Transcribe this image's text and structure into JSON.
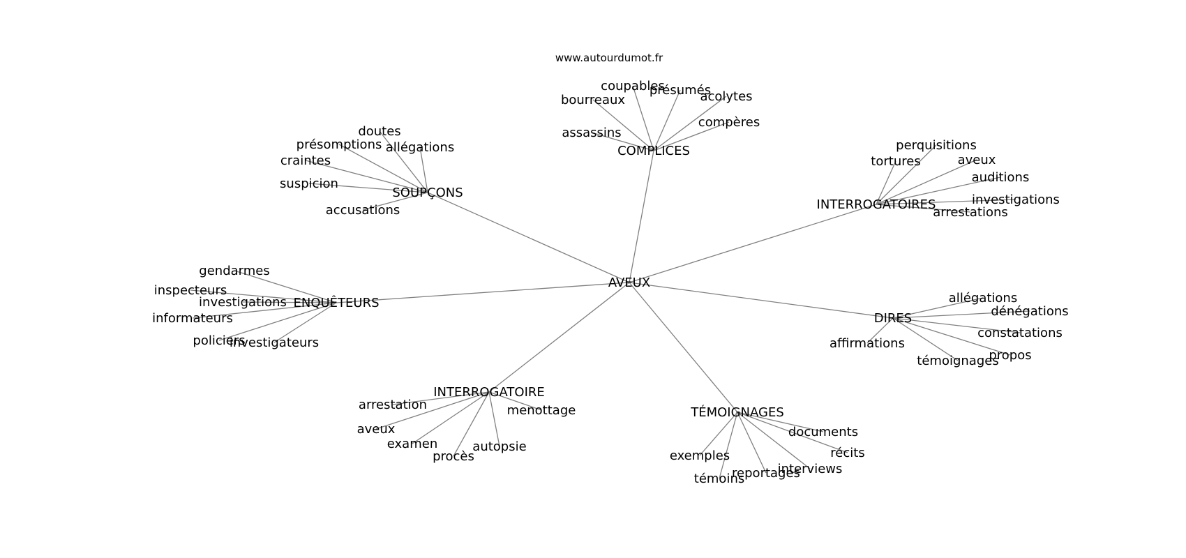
{
  "site": "www.autourdumot.fr",
  "center": "AVEUX",
  "colors": {
    "edge": "#808080",
    "text": "#000000",
    "background": "#ffffff"
  },
  "groups": [
    {
      "label": "COMPLICES",
      "words": [
        "assassins",
        "bourreaux",
        "coupables",
        "présumés",
        "acolytes",
        "compères"
      ]
    },
    {
      "label": "SOUPÇONS",
      "words": [
        "doutes",
        "présomptions",
        "allégations",
        "craintes",
        "suspicion",
        "accusations"
      ]
    },
    {
      "label": "INTERROGATOIRES",
      "words": [
        "perquisitions",
        "tortures",
        "aveux",
        "auditions",
        "investigations",
        "arrestations"
      ]
    },
    {
      "label": "ENQUÊTEURS",
      "words": [
        "gendarmes",
        "inspecteurs",
        "investigations",
        "informateurs",
        "policiers",
        "investigateurs"
      ]
    },
    {
      "label": "DIRES",
      "words": [
        "allégations",
        "dénégations",
        "constatations",
        "affirmations",
        "témoignages",
        "propos"
      ]
    },
    {
      "label": "INTERROGATOIRE",
      "words": [
        "arrestation",
        "menottage",
        "aveux",
        "examen",
        "procès",
        "autopsie"
      ]
    },
    {
      "label": "TÉMOIGNAGES",
      "words": [
        "documents",
        "récits",
        "exemples",
        "interviews",
        "reportages",
        "témoins"
      ]
    }
  ]
}
